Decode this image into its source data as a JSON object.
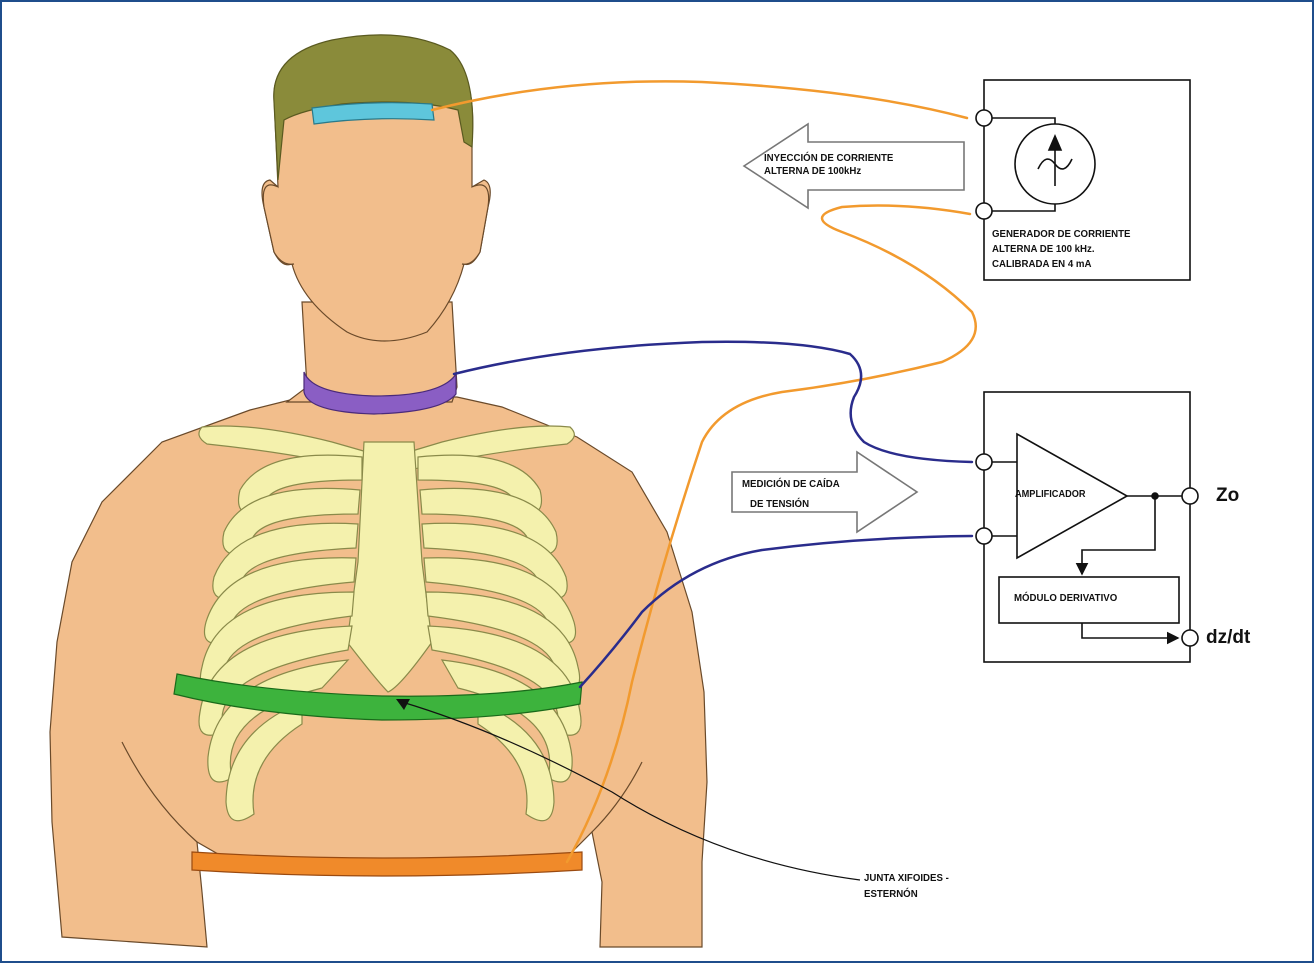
{
  "labels": {
    "injection_line1": "INYECCIÓN DE CORRIENTE",
    "injection_line2": "ALTERNA DE 100kHz",
    "generator_line1": "GENERADOR DE CORRIENTE",
    "generator_line2": "ALTERNA DE 100 kHz.",
    "generator_line3": "CALIBRADA EN 4 mA",
    "measure_line1": "MEDICIÓN DE CAÍDA",
    "measure_line2": "DE  TENSIÓN",
    "amplifier": "AMPLIFICADOR",
    "derivative": "MÓDULO DERIVATIVO",
    "out_zo": "Zo",
    "out_dzdt": "dz/dt",
    "junction_line1": "JUNTA XIFOIDES -",
    "junction_line2": "ESTERNÓN"
  },
  "colors": {
    "frame": "#1f4e8c",
    "skin": "#f2be8c",
    "hair": "#8a8b3a",
    "ribs": "#f4f1ad",
    "current_wire": "#f29a2e",
    "voltage_wire": "#2a2c8c",
    "forehead_electrode": "#5ec6dc",
    "neck_electrode": "#8a5ec4",
    "chest_electrode": "#3db33d",
    "waist_electrode": "#f08a2a"
  },
  "icons": [
    "ac-source-icon",
    "amplifier-triangle-icon",
    "arrow-left-icon",
    "arrow-right-icon"
  ]
}
